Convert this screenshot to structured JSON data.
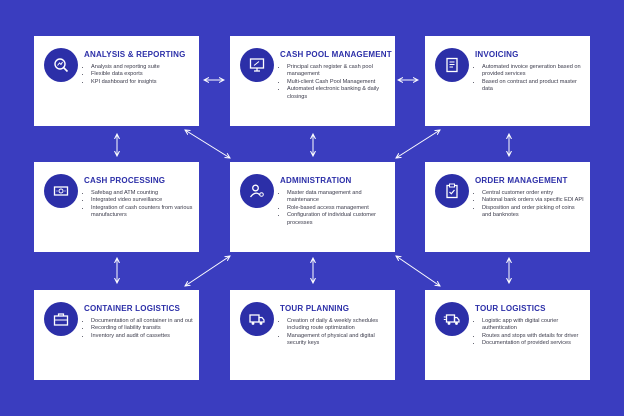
{
  "cards": [
    {
      "id": "analysis",
      "icon": "analytics-icon",
      "title": "ANALYSIS & REPORTING",
      "items": [
        "Analysis and reporting suite",
        "Flexible data exports",
        "KPI dashboard for insights"
      ]
    },
    {
      "id": "cashpool",
      "icon": "monitor-icon",
      "title": "CASH POOL MANAGEMENT",
      "items": [
        "Principal cash register & cash pool management",
        "Multi-client Cash Pool Management",
        "Automated electronic banking & daily closings"
      ]
    },
    {
      "id": "invoicing",
      "icon": "invoice-icon",
      "title": "INVOICING",
      "items": [
        "Automated invoice generation based on provided services",
        "Based on contract and product master data"
      ]
    },
    {
      "id": "cashproc",
      "icon": "cash-icon",
      "title": "CASH PROCESSING",
      "items": [
        "Safebag and ATM counting",
        "Integrated video surveillance",
        "Integration of cash counters from various manufacturers"
      ]
    },
    {
      "id": "admin",
      "icon": "user-gear-icon",
      "title": "ADMINISTRATION",
      "items": [
        "Master data management and maintenance",
        "Role-based access management",
        "Configuration of individual customer processes"
      ]
    },
    {
      "id": "order",
      "icon": "clipboard-icon",
      "title": "ORDER MANAGEMENT",
      "items": [
        "Central customer order entry",
        "National bank orders via specific EDI API",
        "Disposition and order picking of coins and banknotes"
      ]
    },
    {
      "id": "container",
      "icon": "toolbox-icon",
      "title": "CONTAINER LOGISTICS",
      "items": [
        "Documentation of all container in and out",
        "Recording of liability transits",
        "Inventory and audit of cassettes"
      ]
    },
    {
      "id": "tour",
      "icon": "truck-icon",
      "title": "TOUR PLANNING",
      "items": [
        "Creation of daily & weekly schedules including route optimization",
        "Management of physical and digital security keys"
      ]
    },
    {
      "id": "tourlog",
      "icon": "delivery-truck-icon",
      "title": "TOUR LOGISTICS",
      "items": [
        "Logistic app with digital courier authentication",
        "Routes and stops with details for driver",
        "Documentation of provided services"
      ]
    }
  ]
}
